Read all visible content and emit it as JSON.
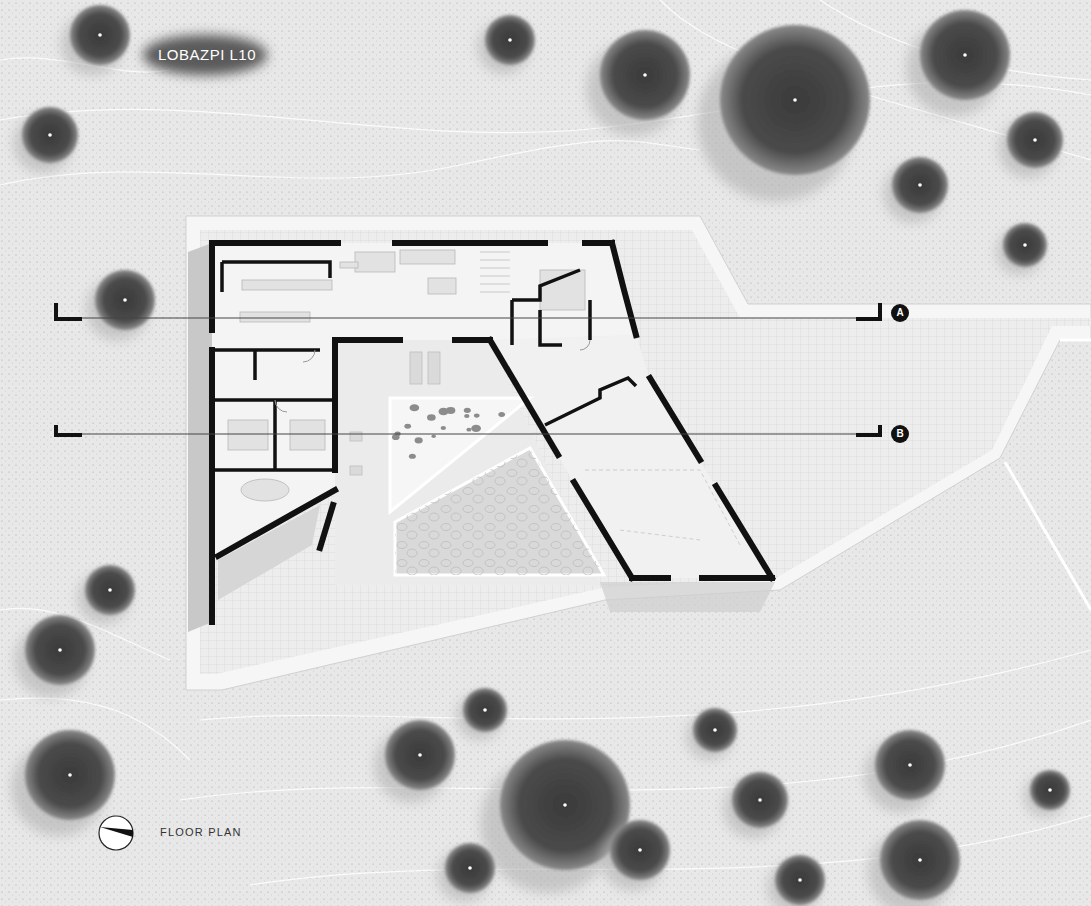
{
  "diagram": {
    "title": "LOBAZPI L10",
    "caption": "FLOOR PLAN",
    "nodes": [
      {
        "text": [
          "A"
        ]
      },
      {
        "text": [
          "B"
        ]
      }
    ]
  }
}
